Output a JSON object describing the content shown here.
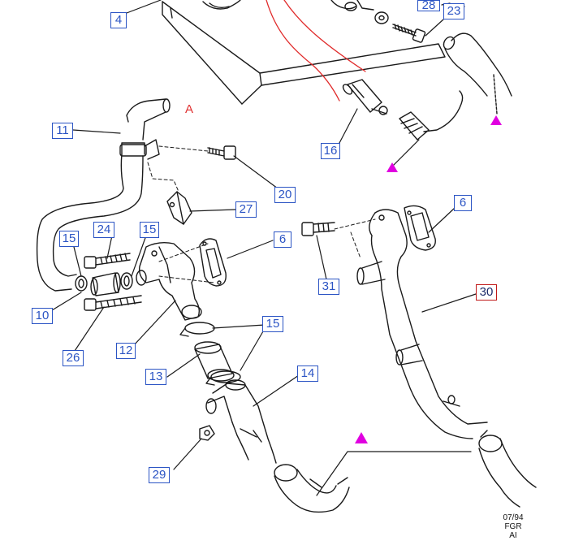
{
  "callouts": {
    "c4": "4",
    "c28": "28",
    "c23": "23",
    "c16": "16",
    "c11": "11",
    "c20": "20",
    "c27": "27",
    "c24": "24",
    "c15a": "15",
    "c15b": "15",
    "c6a": "6",
    "c6b": "6",
    "c31": "31",
    "c30": "30",
    "c10": "10",
    "c12": "12",
    "c26": "26",
    "c15c": "15",
    "c13": "13",
    "c14": "14",
    "c29": "29"
  },
  "reference_letter": "A",
  "stamp": {
    "date": "07/94",
    "line2": "FGR",
    "line3": "AI"
  },
  "colors": {
    "callout_border": "#2b54c4",
    "callout_highlight_border": "#c01818",
    "marker": "#e000e0",
    "reference": "#e03030",
    "line": "#1a1a1a"
  },
  "icons": [
    "triangle-marker-icon"
  ]
}
